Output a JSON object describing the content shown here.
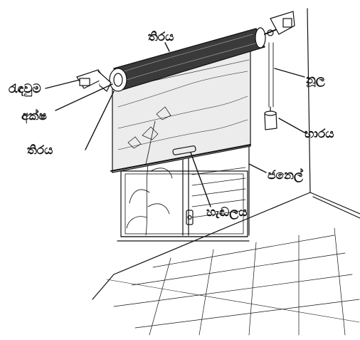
{
  "labels": {
    "curtain_top": "තිරය",
    "bracket": "රැඳවුම",
    "axle": "අක්ෂ",
    "curtain_left": "තිරය",
    "string": "නූල",
    "weight": "භාරය",
    "window": "ජනෙල්",
    "handle": "හැඬලය"
  },
  "colors": {
    "ink": "#111111",
    "paper": "#ffffff",
    "fabric": "#3a3a3a"
  }
}
